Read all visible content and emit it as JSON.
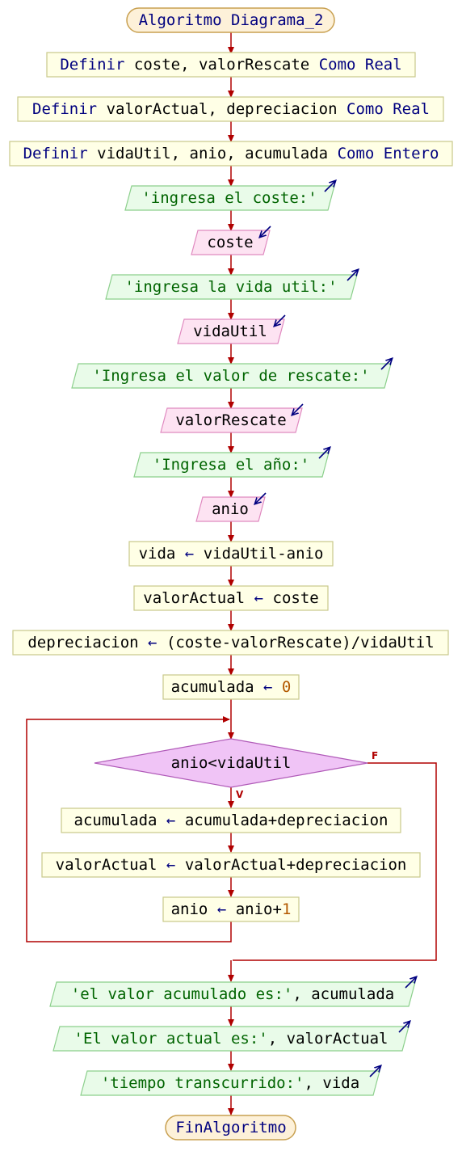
{
  "colors": {
    "arrow": "#b00000",
    "terminal_fill": "#fdf1d9",
    "terminal_stroke": "#c8a050",
    "process_fill": "#ffffe6",
    "process_stroke": "#c9c98a",
    "output_fill": "#e9fbe9",
    "output_stroke": "#8ccf8c",
    "input_fill": "#fde3f2",
    "input_stroke": "#e08ac0",
    "decision_fill": "#f0c4f6",
    "decision_stroke": "#b05ab8",
    "keyword": "#00007f",
    "string": "#006400",
    "number": "#b35900",
    "io_arrow_icon": "#000080"
  },
  "start": {
    "keyword": "Algoritmo",
    "name": "Diagrama_2"
  },
  "defs": [
    {
      "kw1": "Definir",
      "vars": "coste, valorRescate",
      "kw2": "Como Real"
    },
    {
      "kw1": "Definir",
      "vars": "valorActual, depreciacion",
      "kw2": "Como Real"
    },
    {
      "kw1": "Definir",
      "vars": "vidaUtil, anio, acumulada",
      "kw2": "Como Entero"
    }
  ],
  "io1": {
    "out1": "'ingresa el coste:'",
    "in1": "coste",
    "out2": "'ingresa la vida util:'",
    "in2": "vidaUtil",
    "out3": "'Ingresa el valor de rescate:'",
    "in3": "valorRescate",
    "out4": "'Ingresa el año:'",
    "in4": "anio"
  },
  "assign": {
    "a1_lhs": "vida",
    "a1_rhs": "vidaUtil-anio",
    "a2_lhs": "valorActual",
    "a2_rhs": "coste",
    "a3_lhs": "depreciacion",
    "a3_rhs": "(coste-valorRescate)/vidaUtil",
    "a4_lhs": "acumulada",
    "a4_num": "0",
    "arrow": "←"
  },
  "loop": {
    "condition": "anio<vidaUtil",
    "true_label": "V",
    "false_label": "F",
    "b1_lhs": "acumulada",
    "b1_rhs": "acumulada+depreciacion",
    "b2_lhs": "valorActual",
    "b2_rhs": "valorActual+depreciacion",
    "b3_lhs": "anio",
    "b3_rhs": "anio+",
    "b3_num": "1"
  },
  "outputs": {
    "o1_str": "'el valor acumulado es:'",
    "o1_var": "acumulada",
    "o2_str": "'El valor actual es:'",
    "o2_var": "valorActual",
    "o3_str": "'tiempo transcurrido:'",
    "o3_var": "vida",
    "comma": ", "
  },
  "end": {
    "label": "FinAlgoritmo"
  }
}
